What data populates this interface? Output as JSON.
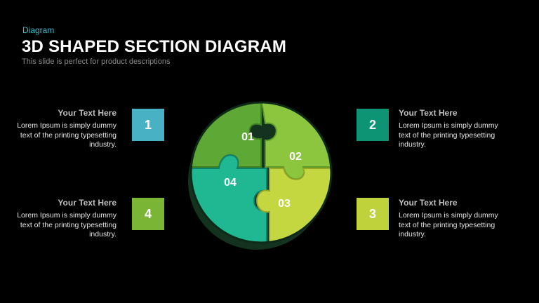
{
  "header": {
    "category": "Diagram",
    "title": "3D SHAPED SECTION DIAGRAM",
    "subtitle": "This slide is perfect for product descriptions"
  },
  "puzzle": {
    "pieces": [
      {
        "label": "01",
        "color": "#5ea836"
      },
      {
        "label": "02",
        "color": "#8cc63f"
      },
      {
        "label": "03",
        "color": "#c5d740"
      },
      {
        "label": "04",
        "color": "#1fb892"
      }
    ]
  },
  "sections": [
    {
      "number": "1",
      "heading": "Your  Text Here",
      "body": "Lorem Ipsum is simply dummy text of the printing typesetting industry.",
      "color": "#48b1c4"
    },
    {
      "number": "2",
      "heading": "Your  Text Here",
      "body": "Lorem Ipsum is simply dummy text of the printing typesetting industry.",
      "color": "#0d9474"
    },
    {
      "number": "3",
      "heading": "Your  Text Here",
      "body": "Lorem Ipsum is simply dummy text of the printing typesetting industry.",
      "color": "#c0d23b"
    },
    {
      "number": "4",
      "heading": "Your  Text Here",
      "body": "Lorem Ipsum is simply dummy text of the printing typesetting industry.",
      "color": "#7bb536"
    }
  ]
}
